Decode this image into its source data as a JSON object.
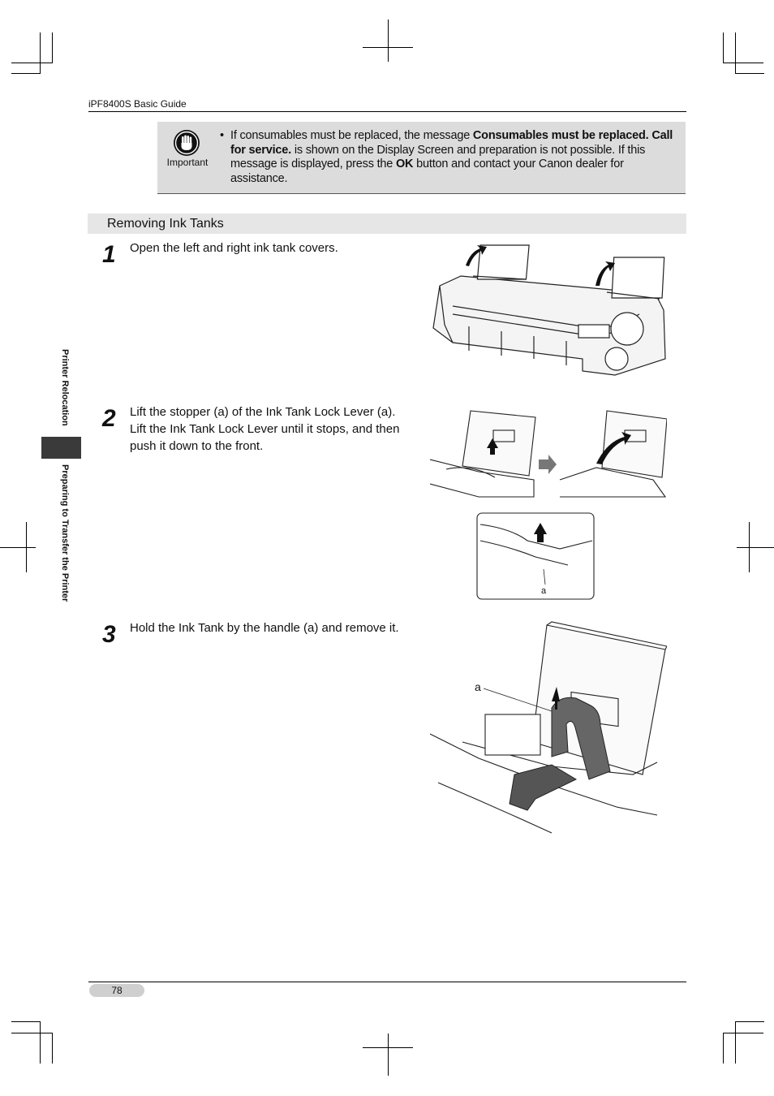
{
  "header": {
    "title": "iPF8400S Basic Guide"
  },
  "important": {
    "label": "Important",
    "bullet": "•",
    "t1": "If consumables must be replaced, the message ",
    "b1": "Consumables must be replaced. Call for service.",
    "t2": " is shown on the Display Screen and preparation is not possible. If this message is displayed, press the ",
    "b2": "OK",
    "t3": " button and contact your Canon dealer for assistance."
  },
  "section": {
    "title": "Removing Ink Tanks"
  },
  "steps": [
    {
      "number": "1",
      "text": "Open the left and right ink tank covers."
    },
    {
      "number": "2",
      "text": "Lift the stopper (a) of the Ink Tank Lock Lever (a). Lift the Ink Tank Lock Lever until it stops, and then push it down to the front."
    },
    {
      "number": "3",
      "text": "Hold the Ink Tank by the handle (a) and remove it."
    }
  ],
  "figures": {
    "step2_label": "a",
    "step3_label": "a"
  },
  "side_tab": {
    "upper": "Printer Relocation",
    "lower": "Preparing to Transfer the Printer"
  },
  "footer": {
    "page_number": "78"
  }
}
